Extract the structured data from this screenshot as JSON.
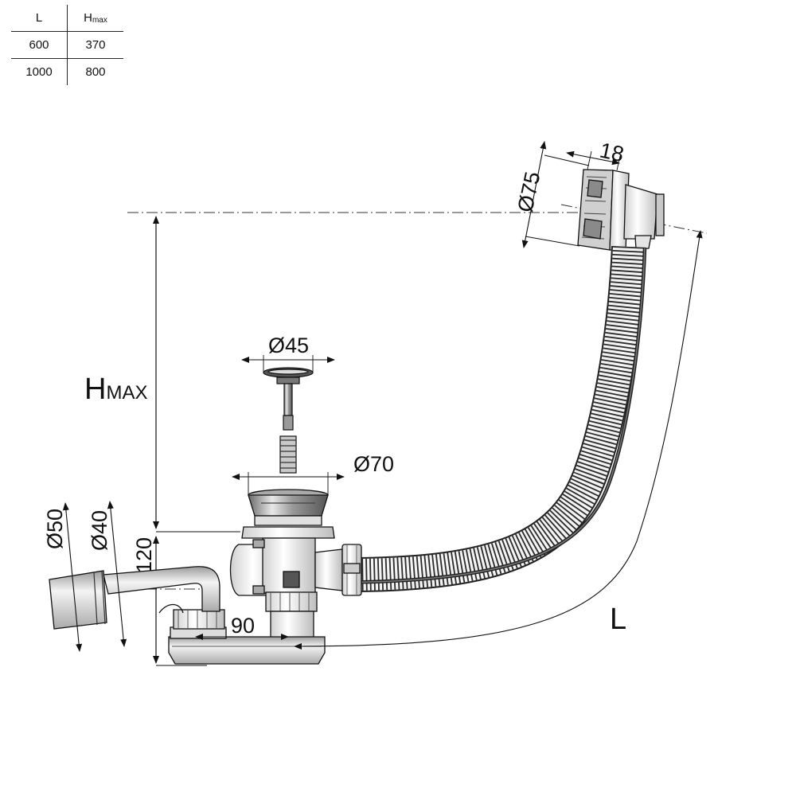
{
  "table": {
    "header_l": "L",
    "header_h": "H",
    "header_h_sub": "max",
    "rows": [
      {
        "l": "600",
        "h": "370"
      },
      {
        "l": "1000",
        "h": "800"
      }
    ]
  },
  "dimensions": {
    "d75": "Ø75",
    "d18": "18",
    "d45": "Ø45",
    "d70": "Ø70",
    "d50": "Ø50",
    "d40": "Ø40",
    "h120": "120",
    "w90": "90",
    "hmax_main": "H",
    "hmax_sub": "MAX",
    "length_l": "L"
  }
}
